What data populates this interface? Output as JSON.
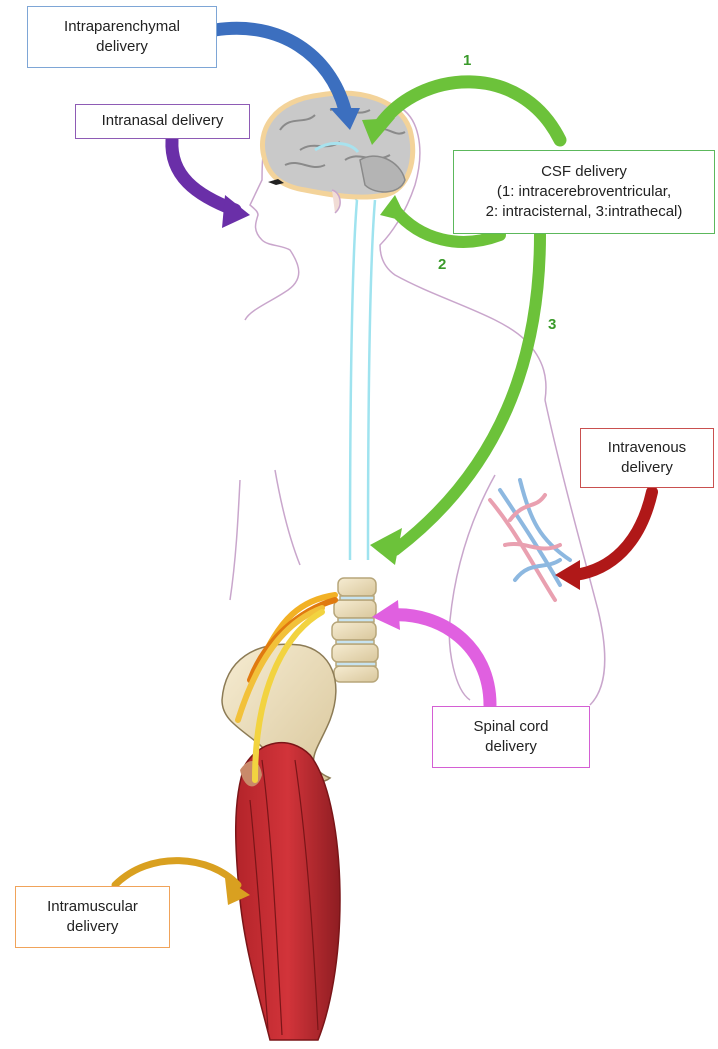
{
  "labels": {
    "intraparenchymal": {
      "line1": "Intraparenchymal",
      "line2": "delivery",
      "color": "#7ea6d6"
    },
    "intranasal": {
      "line1": "Intranasal delivery",
      "color": "#8e5bb5"
    },
    "csf": {
      "line1": "CSF delivery",
      "line2": "(1: intracerebroventricular,",
      "line3": "2: intracisternal, 3:intrathecal)",
      "color": "#5cb85c"
    },
    "intravenous": {
      "line1": "Intravenous",
      "line2": "delivery",
      "color": "#c9504f"
    },
    "spinal": {
      "line1": "Spinal cord",
      "line2": "delivery",
      "color": "#d45fd4"
    },
    "intramuscular": {
      "line1": "Intramuscular",
      "line2": "delivery",
      "color": "#f0a35a"
    }
  },
  "routes": {
    "one": "1",
    "two": "2",
    "three": "3"
  },
  "colors": {
    "blue_arrow": "#3c6fbf",
    "purple_arrow": "#6a2fa8",
    "green_arrow": "#6cc23a",
    "red_arrow": "#b01818",
    "magenta_arrow": "#e060e0",
    "orange_arrow": "#e8a020",
    "route_number": "#3a9a2a",
    "body_outline": "#c9a6cc",
    "csf_canal": "#9fe3ef"
  },
  "icons": [
    "brain-icon",
    "spine-icon",
    "pelvis-icon",
    "thigh-muscle-icon",
    "blood-vessels-icon"
  ]
}
